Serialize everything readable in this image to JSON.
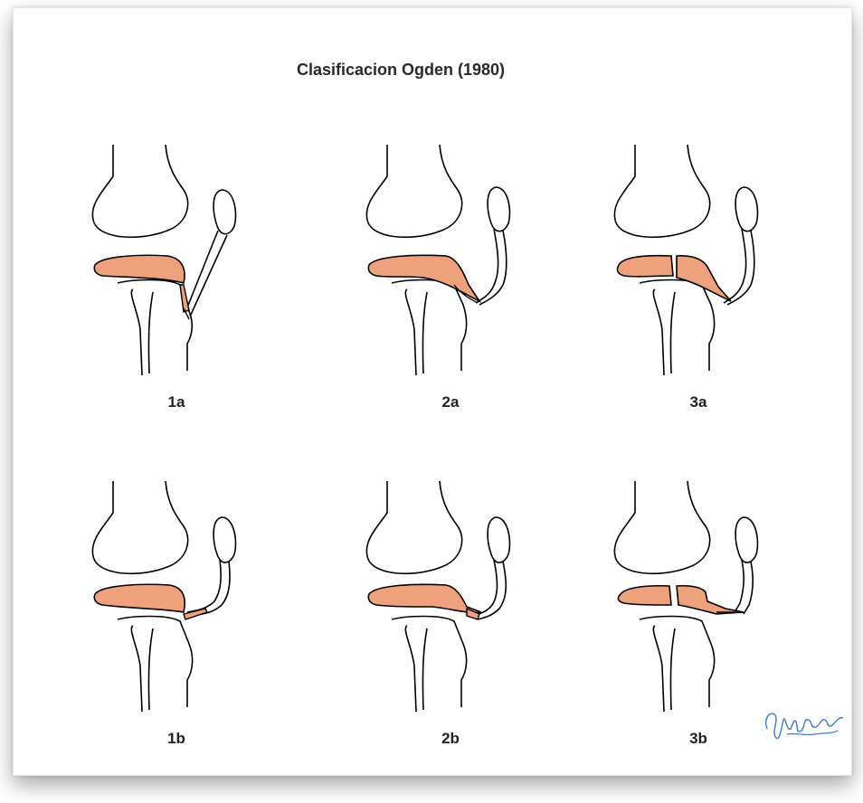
{
  "title": "Clasificacion Ogden (1980)",
  "colors": {
    "fragment_fill": "#EFA07C",
    "outline": "#000000",
    "signature": "#3a7bd5"
  },
  "panels": [
    {
      "id": "1a",
      "label": "1a"
    },
    {
      "id": "2a",
      "label": "2a"
    },
    {
      "id": "3a",
      "label": "3a"
    },
    {
      "id": "1b",
      "label": "1b"
    },
    {
      "id": "2b",
      "label": "2b"
    },
    {
      "id": "3b",
      "label": "3b"
    }
  ]
}
